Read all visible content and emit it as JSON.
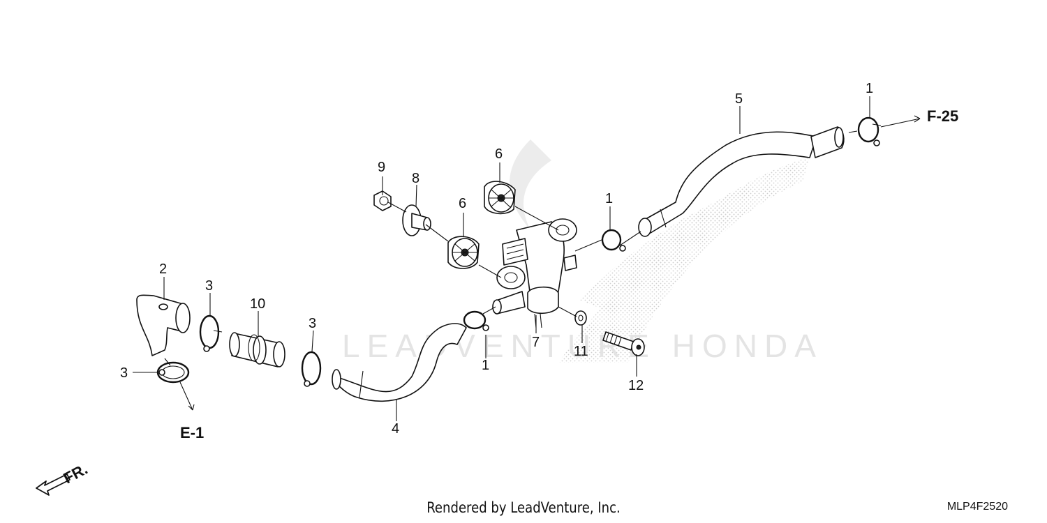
{
  "diagram": {
    "callouts": {
      "c1a": "1",
      "c1b": "1",
      "c1c": "1",
      "c2": "2",
      "c3a": "3",
      "c3b": "3",
      "c3c": "3",
      "c4": "4",
      "c5": "5",
      "c6a": "6",
      "c6b": "6",
      "c7": "7",
      "c8": "8",
      "c9": "9",
      "c10": "10",
      "c11": "11",
      "c12": "12"
    },
    "references": {
      "f25": "F-25",
      "e1": "E-1",
      "fr": "FR."
    },
    "watermark": "LEADVENTURE HONDA",
    "footer": "Rendered by LeadVenture, Inc.",
    "code": "MLP4F2520"
  }
}
